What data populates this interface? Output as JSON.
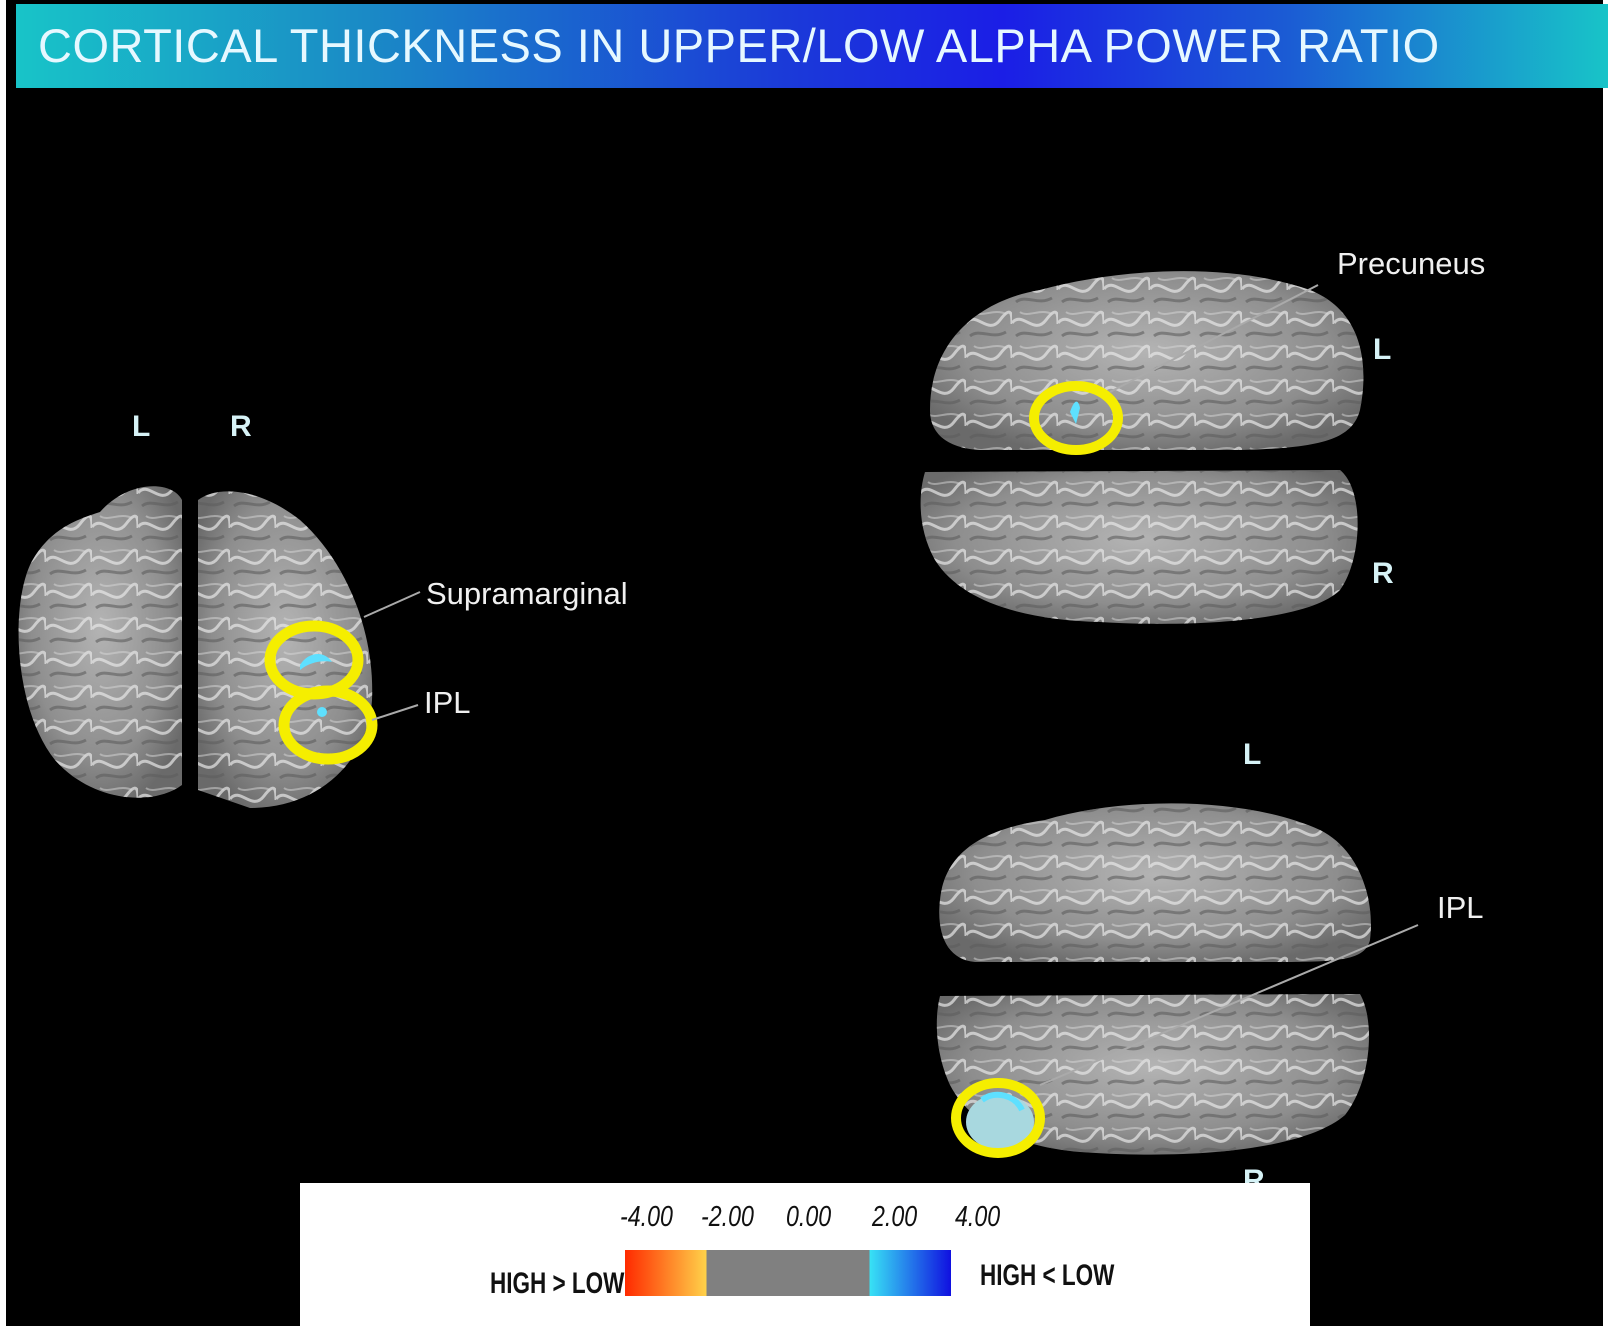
{
  "title": "CORTICAL THICKNESS IN UPPER/LOW ALPHA POWER RATIO",
  "views": {
    "posterior": {
      "left_label": "L",
      "right_label": "R"
    },
    "top": {
      "left_label": "L",
      "right_label": "R"
    },
    "bottom": {
      "left_label": "L",
      "right_label": "R"
    }
  },
  "regions": {
    "supramarginal": "Supramarginal",
    "ipl_posterior": "IPL",
    "precuneus": "Precuneus",
    "ipl_lower": "IPL"
  },
  "colorbar": {
    "ticks": [
      "-4.00",
      "-2.00",
      "0.00",
      "2.00",
      "4.00"
    ],
    "tick_values": [
      -4,
      -2,
      0,
      2,
      4
    ],
    "label_left": "HIGH > LOW",
    "label_right": "HIGH < LOW",
    "colors": {
      "negative_start": "#ff2a00",
      "negative_end": "#ffd24a",
      "neutral": "#808080",
      "positive_start": "#38e2f5",
      "positive_end": "#1010e0"
    }
  },
  "colors": {
    "highlight_ring": "#f5ee00",
    "cluster": "#5ee0ff",
    "brain_surface": "#9a9a9a",
    "title_bar_center": "#1b1ee6",
    "title_bar_edge": "#18c4c8"
  }
}
